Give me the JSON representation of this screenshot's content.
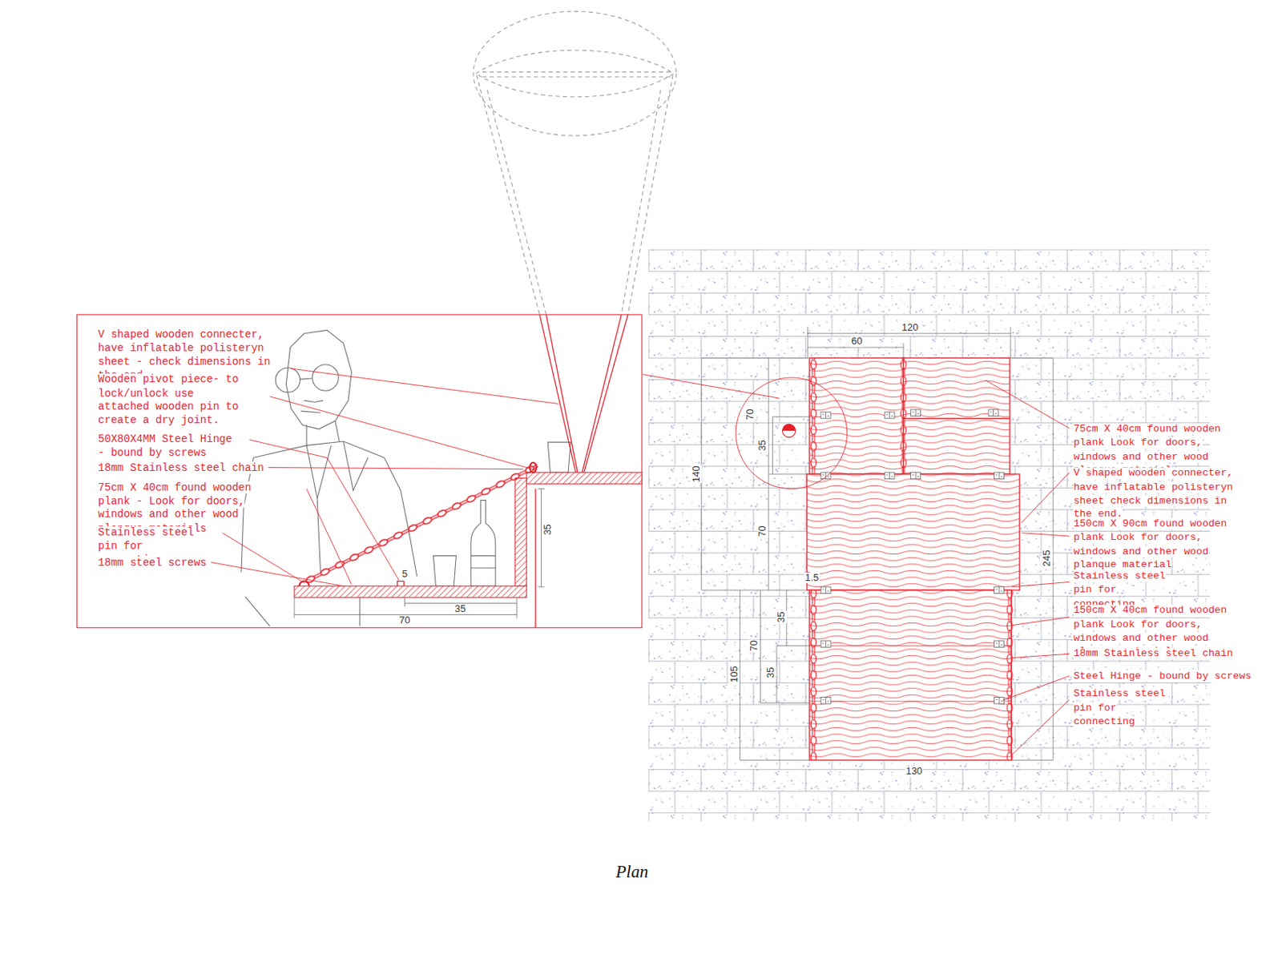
{
  "diagram": {
    "caption": "Plan",
    "labels": [
      "V shaped wooden connecter, have inflatable polisteryn sheet - check dimensions in the end.",
      "Wooden pivot piece- to lock/unlock use attached wooden pin to create a dry joint.",
      "50X80X4MM Steel Hinge - bound by screws",
      "18mm Stainless steel chain",
      "75cm X 40cm found wooden plank - Look for doors, windows and other wood planque materials",
      "Stainless steel pin for connecting",
      "18mm steel screws",
      "5",
      "35",
      "35",
      "70",
      "120",
      "60",
      "70",
      "35",
      "140",
      "70",
      "245",
      "1.5",
      "35",
      "70",
      "105",
      "35",
      "130",
      "75cm X 40cm found wooden plank Look for doors, windows and other wood planque material",
      "V shaped wooden connecter, have inflatable polisteryn sheet check dimensions in the end.",
      "150cm X 90cm found wooden plank Look for doors, windows and other wood planque material",
      "Stainless steel pin for connecting",
      "150cm X 40cm found wooden plank Look for doors, windows and other wood planque material",
      "18mm Stainless steel chain",
      "Steel Hinge - bound by screws",
      "Stainless steel pin for connecting"
    ]
  }
}
